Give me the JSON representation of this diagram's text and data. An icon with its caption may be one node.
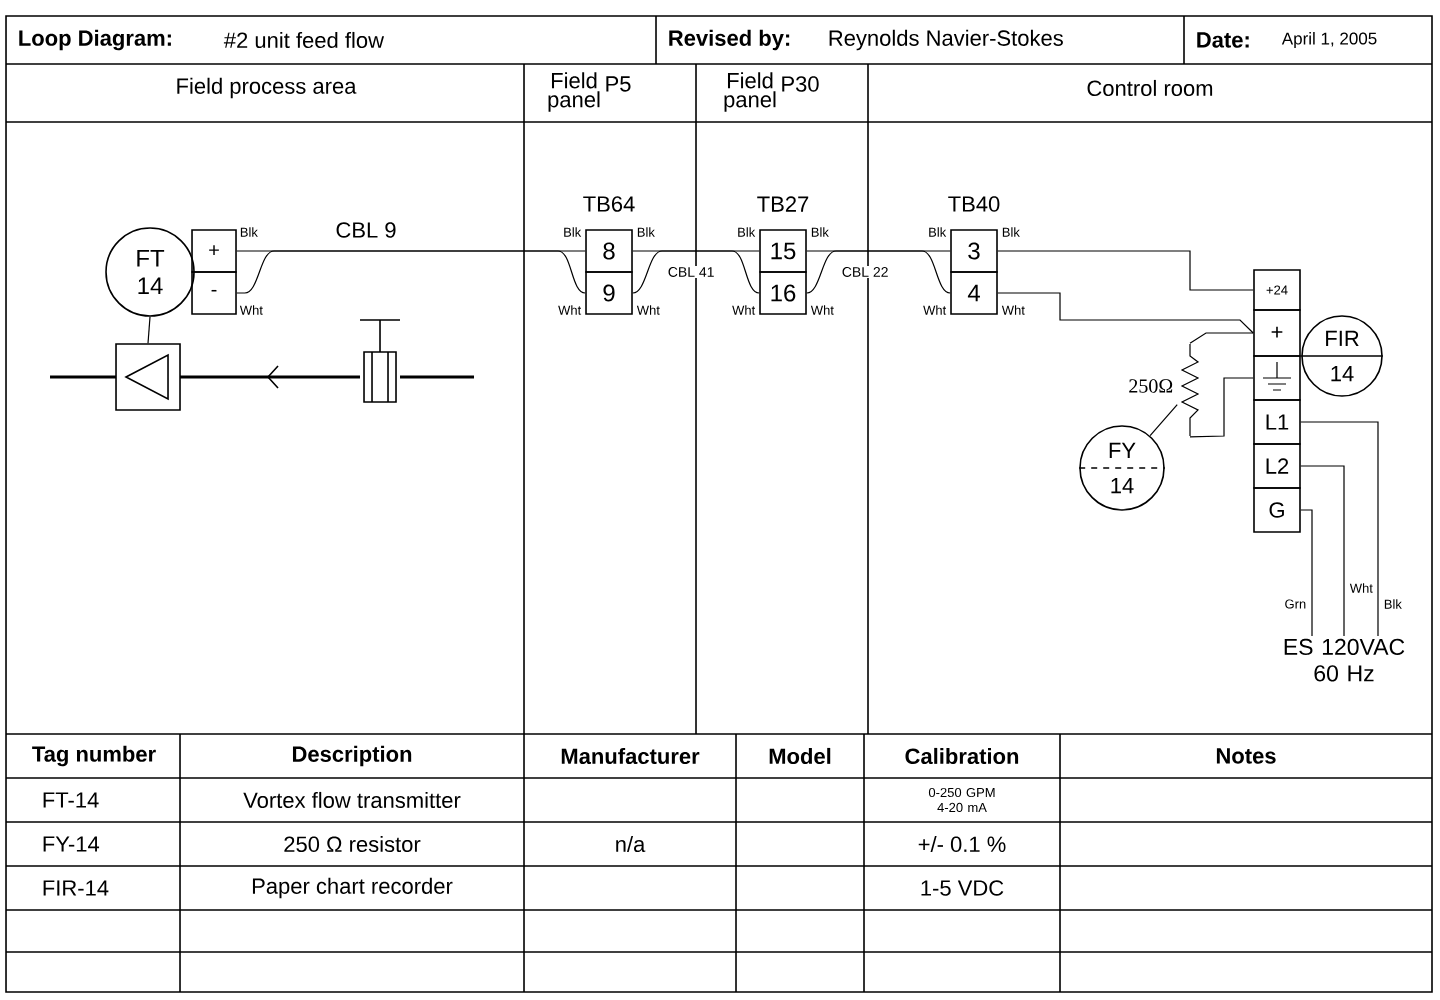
{
  "diagram": {
    "nodes": [
      {
        "text": [
          "FT",
          "14"
        ]
      },
      {
        "text": [
          "+"
        ]
      },
      {
        "text": [
          "-"
        ]
      },
      {
        "text": [
          "8"
        ]
      },
      {
        "text": [
          "9"
        ]
      },
      {
        "text": [
          "15"
        ]
      },
      {
        "text": [
          "16"
        ]
      },
      {
        "text": [
          "3"
        ]
      },
      {
        "text": [
          "4"
        ]
      },
      {
        "text": [
          "+24"
        ]
      },
      {
        "text": [
          "+"
        ]
      },
      {
        "text": [],
        "shape": "box"
      },
      {
        "text": [
          "L1"
        ]
      },
      {
        "text": [
          "L2"
        ]
      },
      {
        "text": [
          "G"
        ]
      },
      {
        "text": [
          "FIR",
          "14"
        ]
      },
      {
        "text": [
          "FY",
          "14"
        ]
      },
      {
        "text": [],
        "shape": "picture",
        "beside": [
          "250Ω"
        ]
      },
      {
        "text": [
          "ES 120VAC 60 Hz"
        ]
      },
      {
        "text": [],
        "shape": "box"
      }
    ],
    "edges": [
      {
        "from": 1,
        "to": 3,
        "arrow": "none"
      },
      {
        "from": 2,
        "to": 4,
        "arrow": "none"
      },
      {
        "from": 3,
        "to": 5,
        "arrow": "none"
      },
      {
        "from": 4,
        "to": 6,
        "arrow": "none"
      },
      {
        "from": 5,
        "to": 7,
        "arrow": "none"
      },
      {
        "from": 6,
        "to": 8,
        "arrow": "none"
      },
      {
        "from": 7,
        "to": 9,
        "arrow": "none"
      },
      {
        "from": 8,
        "to": 10,
        "arrow": "none"
      },
      {
        "from": 10,
        "to": 17,
        "arrow": "none"
      },
      {
        "from": 17,
        "to": 19,
        "arrow": "none"
      },
      {
        "from": 12,
        "to": 18,
        "arrow": "none",
        "label": "Blk"
      },
      {
        "from": 13,
        "to": 18,
        "arrow": "none",
        "label": "Wht"
      },
      {
        "from": 14,
        "to": 18,
        "arrow": "none",
        "label": "Grn"
      },
      {
        "from": 0,
        "to": 11,
        "arrow": "none"
      },
      {
        "from": 16,
        "to": 17,
        "arrow": "none"
      }
    ],
    "labels": [
      "Loop Diagram:",
      "#2 unit feed flow",
      "Revised by:",
      "Reynolds Navier-Stokes",
      "Date:",
      "April 1, 2005",
      "Field process area",
      "Field panel",
      "P5",
      "Field panel",
      "P30",
      "Control room",
      "CBL 9",
      "TB64",
      "TB27",
      "TB40",
      "CBL 41",
      "CBL 22",
      "Blk",
      "Wht",
      "Blk",
      "Blk",
      "Wht",
      "Wht",
      "Blk",
      "Blk",
      "Wht",
      "Wht",
      "Blk",
      "Blk",
      "Wht",
      "Wht",
      "Tag number",
      "Description",
      "Manufacturer",
      "Model",
      "Calibration",
      "Notes",
      "FT-14",
      "Vortex flow transmitter",
      "0-250 GPM 4-20 mA",
      "FY-14",
      "250 Ω resistor",
      "n/a",
      "+/- 0.1 %",
      "FIR-14",
      "Paper chart recorder",
      "1-5 VDC"
    ]
  }
}
